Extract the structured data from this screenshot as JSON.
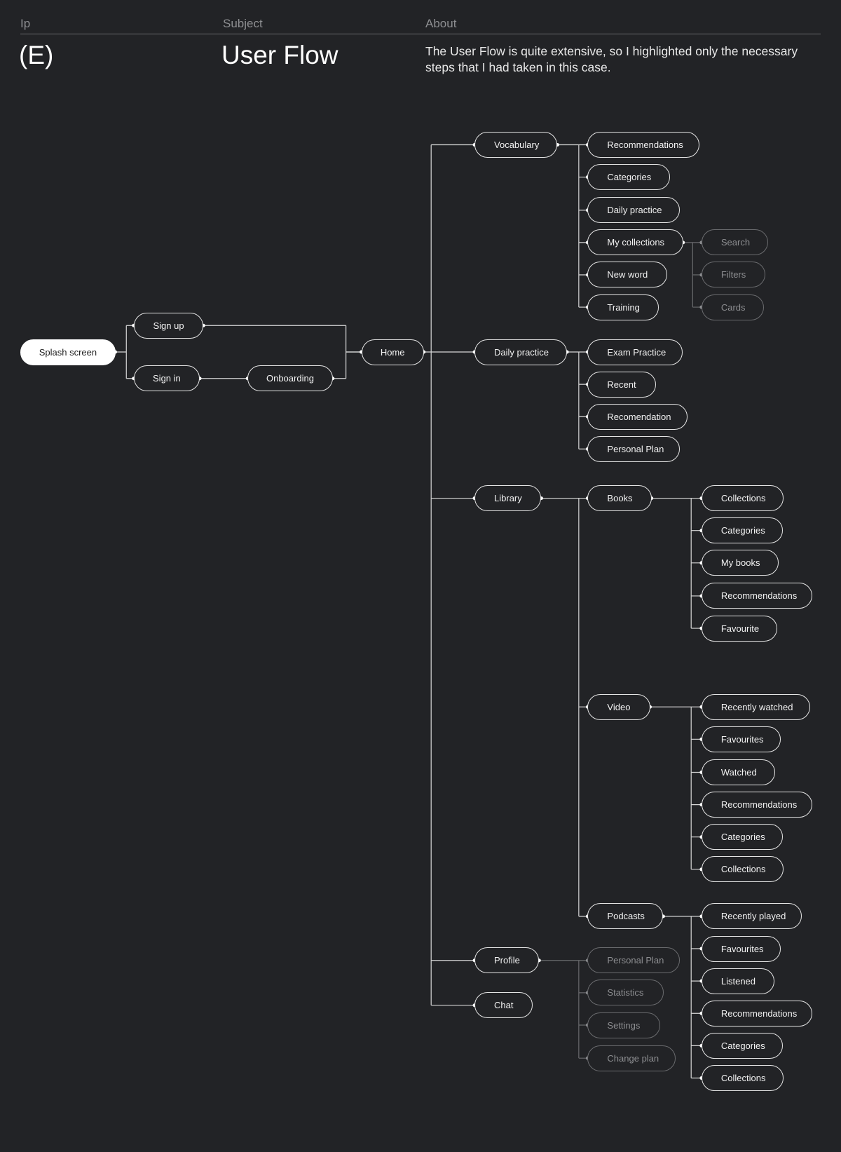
{
  "header": {
    "ip_label": "Ip",
    "ip_value": "(E)",
    "subject_label": "Subject",
    "subject_value": "User Flow",
    "about_label": "About",
    "about_text": "The User Flow is quite extensive, so I highlighted only the necessary steps that I had taken in this case."
  },
  "nodes": {
    "splash": "Splash screen",
    "signup": "Sign up",
    "signin": "Sign in",
    "onboarding": "Onboarding",
    "home": "Home",
    "vocabulary": "Vocabulary",
    "dailypractice": "Daily practice",
    "library": "Library",
    "profile": "Profile",
    "chat": "Chat",
    "v_recommendations": "Recommendations",
    "v_categories": "Categories",
    "v_dailypractice": "Daily practice",
    "v_mycollections": "My collections",
    "v_newword": "New word",
    "v_training": "Training",
    "mc_search": "Search",
    "mc_filters": "Filters",
    "mc_cards": "Cards",
    "d_exam": "Exam Practice",
    "d_recent": "Recent",
    "d_recomendation": "Recomendation",
    "d_personalplan": "Personal Plan",
    "books": "Books",
    "video": "Video",
    "podcasts": "Podcasts",
    "b_collections": "Collections",
    "b_categories": "Categories",
    "b_mybooks": "My books",
    "b_recommendations": "Recommendations",
    "b_favourite": "Favourite",
    "vi_recentlywatched": "Recently watched",
    "vi_favourites": "Favourites",
    "vi_watched": "Watched",
    "vi_recommendations": "Recommendations",
    "vi_categories": "Categories",
    "vi_collections": "Collections",
    "p_recentlyplayed": "Recently played",
    "p_favourites": "Favourites",
    "p_listened": "Listened",
    "p_recommendations": "Recommendations",
    "p_categories": "Categories",
    "p_collections": "Collections",
    "pr_personalplan": "Personal Plan",
    "pr_statistics": "Statistics",
    "pr_settings": "Settings",
    "pr_changeplan": "Change plan"
  }
}
